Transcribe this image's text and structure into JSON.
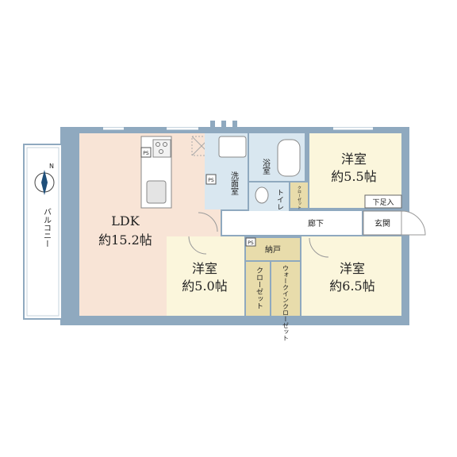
{
  "rooms": {
    "ldk": {
      "name": "LDK",
      "size": "約15.2帖"
    },
    "western_1": {
      "name": "洋室",
      "size": "約5.5帖"
    },
    "western_2": {
      "name": "洋室",
      "size": "約5.0帖"
    },
    "western_3": {
      "name": "洋室",
      "size": "約6.5帖"
    },
    "washroom": "洗面室",
    "bath": "浴室",
    "toilet": "トイレ",
    "closet_small": "クローゼット",
    "closet_main": "クローゼット",
    "walk_in_closet": "ウォークインクローゼット",
    "storage": "納戸",
    "hallway": "廊下",
    "entrance": "玄関",
    "shoe_box": "下足入",
    "balcony": "バルコニー",
    "ps_1": "PS",
    "ps_2": "PS",
    "ps_3": "PS"
  },
  "compass": {
    "north": "N"
  },
  "colors": {
    "wall": "#8fa9bf",
    "ldk_floor": "#f8e4d6",
    "room_floor": "#fbf6dc",
    "storage_floor": "#e8dcab",
    "wet_area": "#d9e7f0"
  }
}
